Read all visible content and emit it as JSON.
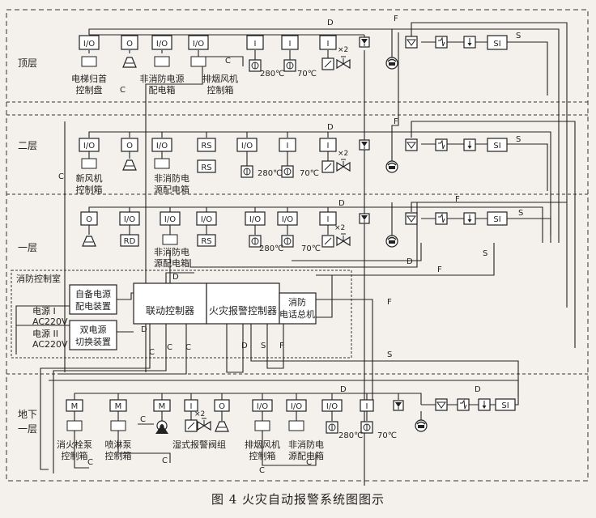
{
  "floors": {
    "top": "顶层",
    "second": "二层",
    "first": "一层",
    "basement_line1": "地下",
    "basement_line2": "一层"
  },
  "line_labels": {
    "d": "D",
    "f": "F",
    "s": "S",
    "c": "C"
  },
  "symbols": {
    "io": "I/O",
    "o": "O",
    "i": "I",
    "m": "M",
    "si": "SI",
    "rs": "RS",
    "rd": "RD",
    "x2": "×2"
  },
  "temps": {
    "t280": "280℃",
    "t70": "70℃"
  },
  "top_floor_devices": {
    "elevator_l1": "电梯归首",
    "elevator_l2": "控制盘",
    "nonfire_l1": "非消防电源",
    "nonfire_l2": "配电箱",
    "smoke_l1": "排烟风机",
    "smoke_l2": "控制箱"
  },
  "second_floor_devices": {
    "fresh_l1": "新风机",
    "fresh_l2": "控制箱",
    "nonfire_l1": "非消防电",
    "nonfire_l2": "源配电箱"
  },
  "first_floor_devices": {
    "nonfire_l1": "非消防电",
    "nonfire_l2": "源配电箱"
  },
  "control_room": {
    "title": "消防控制室",
    "power1_l1": "电源 I",
    "power1_l2": "AC220V",
    "power2_l1": "电源 II",
    "power2_l2": "AC220V",
    "backup_l1": "自备电源",
    "backup_l2": "配电装置",
    "dual_l1": "双电源",
    "dual_l2": "切换装置",
    "linkage": "联动控制器",
    "alarm": "火灾报警控制器",
    "phone_l1": "消防",
    "phone_l2": "电话总机"
  },
  "basement_devices": {
    "hydrant_l1": "消火栓泵",
    "hydrant_l2": "控制箱",
    "sprinkler_l1": "喷淋泵",
    "sprinkler_l2": "控制箱",
    "wet_valve": "湿式报警阀组",
    "smoke_l1": "排烟风机",
    "smoke_l2": "控制箱",
    "nonfire_l1": "非消防电",
    "nonfire_l2": "源配电箱"
  },
  "caption": "图 4    火灾自动报警系统图图示",
  "colors": {
    "line": "#2a2a2a",
    "background": "#f4f1ec"
  }
}
